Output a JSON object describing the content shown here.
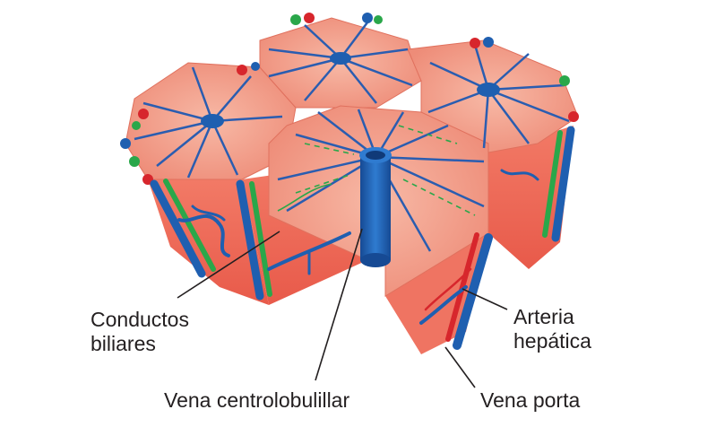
{
  "labels": {
    "conductos_line1": "Conductos",
    "conductos_line2": "biliares",
    "arteria_line1": "Arteria",
    "arteria_line2": "hepática",
    "vena_centrolobulillar": "Vena centrolobulillar",
    "vena_porta": "Vena porta"
  },
  "colors": {
    "hepatocyte_plate": "#f19a86",
    "cut_face": "#ee6f5c",
    "vein_blue": "#1f5fb0",
    "artery_red": "#d7262c",
    "bile_green": "#2aa74a",
    "leader_line": "#231f20"
  }
}
